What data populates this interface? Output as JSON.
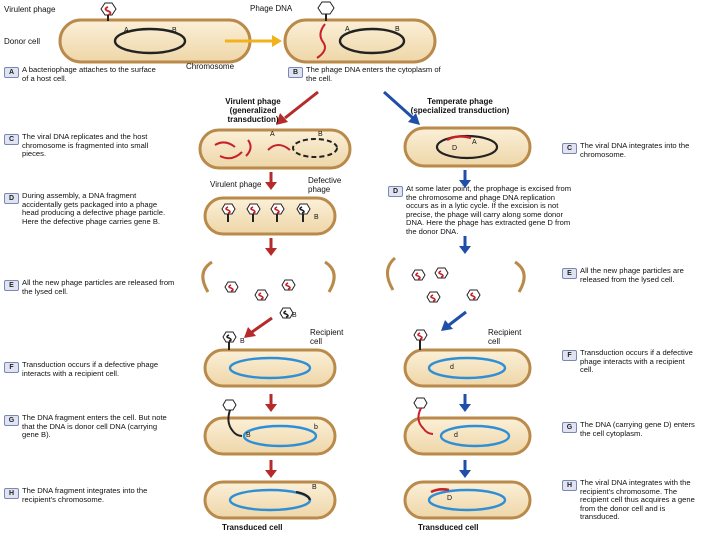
{
  "top": {
    "virulent_phage_label": "Virulent phage",
    "donor_cell_label": "Donor cell",
    "chromosome_label": "Chromosome",
    "phage_dna_label": "Phage DNA",
    "gene_a": "A",
    "gene_b": "B"
  },
  "steps": {
    "top_a": {
      "letter": "A",
      "text": "A bacteriophage attaches to the surface of a host cell."
    },
    "top_b": {
      "letter": "B",
      "text": "The phage DNA enters the cytoplasm of the cell."
    },
    "left_c": {
      "letter": "C",
      "text": "The viral DNA replicates and the host chromosome is fragmented into small pieces."
    },
    "left_d": {
      "letter": "D",
      "text": "During assembly, a DNA fragment accidentally gets packaged into a phage head producing a defective phage particle. Here the defective phage carries gene B."
    },
    "left_e": {
      "letter": "E",
      "text": "All the new phage particles are released from the lysed cell."
    },
    "left_f": {
      "letter": "F",
      "text": "Transduction occurs if a defective phage interacts with a recipient cell."
    },
    "left_g": {
      "letter": "G",
      "text": "The DNA fragment enters the cell. But note that the DNA is donor cell DNA (carrying gene B)."
    },
    "left_h": {
      "letter": "H",
      "text": "The DNA fragment integrates into the recipient's chromosome."
    },
    "right_c": {
      "letter": "C",
      "text": "The viral DNA integrates into the chromosome."
    },
    "right_d": {
      "letter": "D",
      "text": "At some later point, the prophage is excised from the chromosome and phage DNA replication occurs as in a lytic cycle. If the excision is not precise, the phage will carry along some donor DNA. Here the phage has extracted gene D from the donor DNA."
    },
    "right_e": {
      "letter": "E",
      "text": "All the new phage particles are released from the lysed cell."
    },
    "right_f": {
      "letter": "F",
      "text": "Transduction occurs if a defective phage interacts with a recipient cell."
    },
    "right_g": {
      "letter": "G",
      "text": "The DNA (carrying gene D) enters the cell cytoplasm."
    },
    "right_h": {
      "letter": "H",
      "text": "The viral DNA integrates with the recipient's chromosome. The recipient cell thus acquires a gene from the donor cell and is transduced."
    }
  },
  "branches": {
    "left_title": "Virulent phage (generalized transduction)",
    "right_title": "Temperate phage (specialized transduction)"
  },
  "labels": {
    "virulent_phage": "Virulent phage",
    "defective_phage": "Defective phage",
    "recipient_cell_left": "Recipient cell",
    "recipient_cell_right": "Recipient cell",
    "transduced_cell_left": "Transduced cell",
    "transduced_cell_right": "Transduced cell"
  },
  "genes": {
    "a": "A",
    "b": "B",
    "d_upper": "D",
    "b_lower": "b",
    "d_lower": "d"
  },
  "colors": {
    "cell_fill": "#f5e6c8",
    "cell_border": "#b98a4a",
    "chromosome_dark": "#222222",
    "phage_dna": "#c8202a",
    "recipient_chromosome": "#2f8fd6",
    "arrow_red": "#b52a2a",
    "arrow_blue": "#1f4fa8",
    "arrow_yellow": "#f2b21c",
    "step_tag": "#dfe3f2"
  }
}
